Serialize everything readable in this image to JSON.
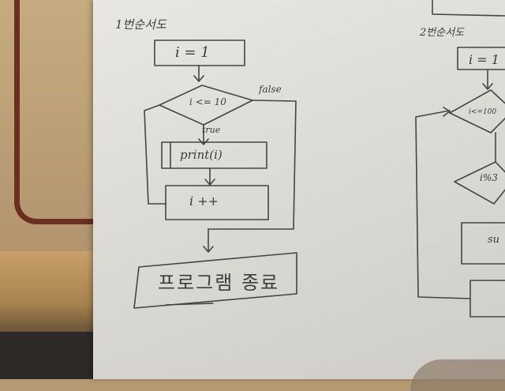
{
  "photo": {
    "subject": "handwritten flowchart",
    "left_chart": {
      "heading": "1번순서도",
      "init": "i = 1",
      "condition": "i <= 10",
      "true_label": "true",
      "false_label": "false",
      "print_step": "print(i)",
      "increment_step": "i ++",
      "end_step": "프로그램 종료"
    },
    "right_chart": {
      "heading": "2번순서도",
      "init": "i = 1",
      "condition": "i<=100",
      "mod_check": "i%3",
      "sum_step": "su"
    }
  }
}
